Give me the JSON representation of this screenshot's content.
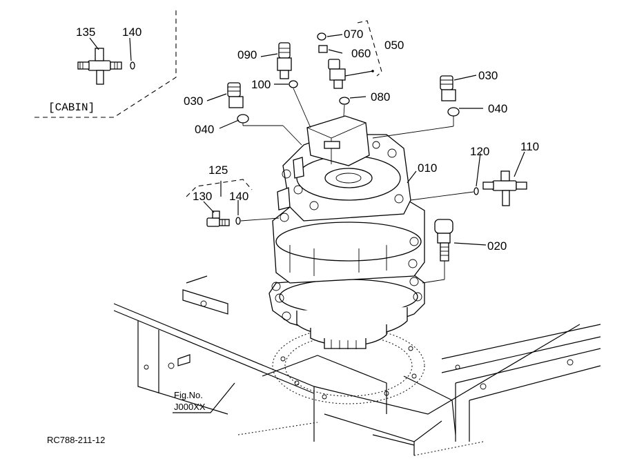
{
  "diagram": {
    "group_labels": {
      "cabin": "[CABIN]",
      "fig_no_line1": "Fig.No.",
      "fig_no_line2": "J000XX",
      "drawing_code": "RC788-211-12"
    },
    "callouts": [
      {
        "key": "p135",
        "text": "135"
      },
      {
        "key": "p140a",
        "text": "140"
      },
      {
        "key": "p090",
        "text": "090"
      },
      {
        "key": "p070",
        "text": "070"
      },
      {
        "key": "p060",
        "text": "060"
      },
      {
        "key": "p050",
        "text": "050"
      },
      {
        "key": "p030a",
        "text": "030"
      },
      {
        "key": "p100",
        "text": "100"
      },
      {
        "key": "p080",
        "text": "080"
      },
      {
        "key": "p030b",
        "text": "030"
      },
      {
        "key": "p040a",
        "text": "040"
      },
      {
        "key": "p040b",
        "text": "040"
      },
      {
        "key": "p125",
        "text": "125"
      },
      {
        "key": "p010",
        "text": "010"
      },
      {
        "key": "p120",
        "text": "120"
      },
      {
        "key": "p110",
        "text": "110"
      },
      {
        "key": "p130",
        "text": "130"
      },
      {
        "key": "p140b",
        "text": "140"
      },
      {
        "key": "p020",
        "text": "020"
      }
    ]
  }
}
